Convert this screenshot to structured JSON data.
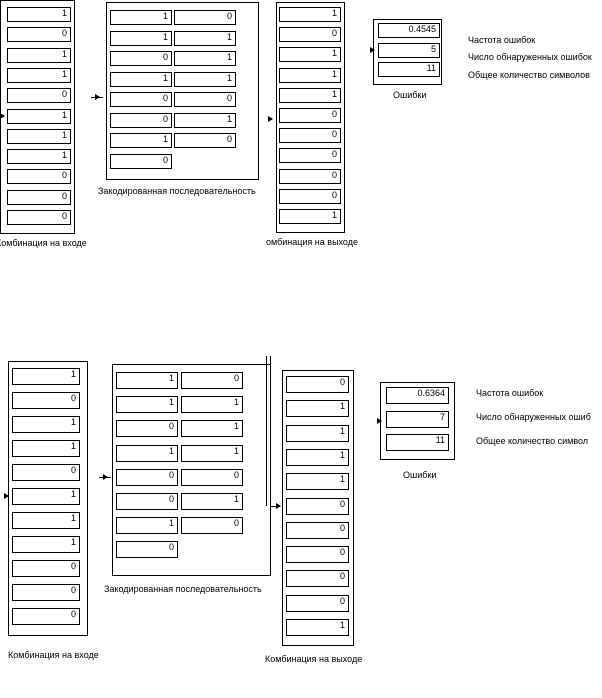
{
  "top": {
    "input": {
      "label": "Комбинация на входе",
      "values": [
        "1",
        "0",
        "1",
        "1",
        "0",
        "1",
        "1",
        "1",
        "0",
        "0",
        "0"
      ]
    },
    "encoded": {
      "label": "Закодированная последовательность",
      "col1": [
        "1",
        "1",
        "0",
        "1",
        "0",
        "0",
        "1",
        "0"
      ],
      "col2": [
        "0",
        "1",
        "1",
        "1",
        "0",
        "1",
        "0"
      ]
    },
    "output": {
      "label": "омбинация на выходе",
      "values": [
        "1",
        "0",
        "1",
        "1",
        "1",
        "0",
        "0",
        "0",
        "0",
        "0",
        "1"
      ]
    },
    "errors": {
      "label": "Ошибки",
      "values": [
        "0.4545",
        "5",
        "11"
      ],
      "descriptions": [
        "Частота ошибок",
        "Число обнаруженных ошибок",
        "Общее количество символов"
      ]
    }
  },
  "bottom": {
    "input": {
      "label": "Комбинация на входе",
      "values": [
        "1",
        "0",
        "1",
        "1",
        "0",
        "1",
        "1",
        "1",
        "0",
        "0",
        "0"
      ]
    },
    "encoded": {
      "label": "Закодированная последовательность",
      "col1": [
        "1",
        "1",
        "0",
        "1",
        "0",
        "0",
        "1",
        "0"
      ],
      "col2": [
        "0",
        "1",
        "1",
        "1",
        "0",
        "1",
        "0"
      ]
    },
    "output": {
      "label": "Комбинация на выходе",
      "values": [
        "0",
        "1",
        "1",
        "1",
        "1",
        "0",
        "0",
        "0",
        "0",
        "0",
        "1"
      ]
    },
    "errors": {
      "label": "Ошибки",
      "values": [
        "0.6364",
        "7",
        "11"
      ],
      "descriptions": [
        "Частота ошибок",
        "Число обнаруженных ошиб",
        "Общее количество символ"
      ]
    }
  }
}
